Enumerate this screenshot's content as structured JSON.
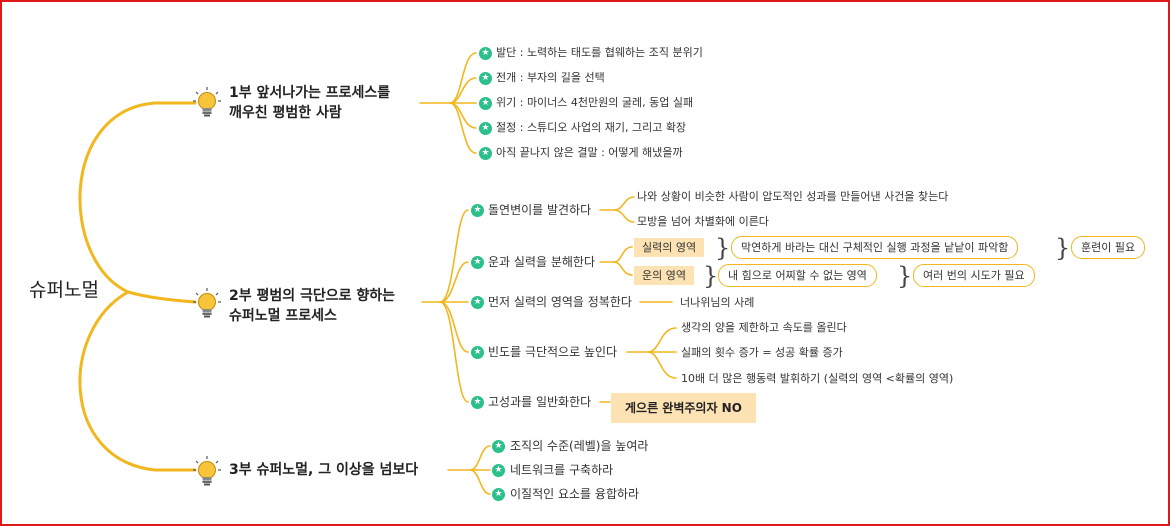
{
  "root": "슈퍼노멀",
  "colors": {
    "branch": "#f2b71e",
    "star": "#2bbf8a",
    "highlight": "#fde2b4",
    "frame": "#e01818"
  },
  "sections": [
    {
      "title_line1": "1부 앞서나가는 프로세스를",
      "title_line2": "깨우친 평범한 사람",
      "icon": "lightbulb-icon",
      "items": [
        "발단 : 노력하는 태도를 협웨하는 조직 분위기",
        "전개 : 부자의 길을 선택",
        "위기 : 마이너스 4천만원의 굴레, 동업 실패",
        "절정 : 스튜디오 사업의 재기, 그리고 확장",
        "아직 끝나지 않은 결말 : 어떻게 해냈을까"
      ]
    },
    {
      "title_line1": "2부 평범의 극단으로 향하는",
      "title_line2": "슈퍼노멀 프로세스",
      "icon": "lightbulb-icon",
      "items": [
        {
          "label": "돌연변이를 발견하다",
          "children": [
            "나와 상황이 비슷한 사람이 압도적인 성과를 만들어낸 사건을 찾는다",
            "모방을 넘어 차별화에 이른다"
          ]
        },
        {
          "label": "운과 실력을 분해한다",
          "skill_tag": "실력의 영역",
          "skill_desc": "막연하게 바라는 대신 구체적인 실행 과정을 낱낱이 파악함",
          "skill_result": "훈련이 필요",
          "luck_tag": "운의 영역",
          "luck_desc": "내 힘으로 어찌할 수 없는 영역",
          "luck_result": "여러 번의 시도가 필요"
        },
        {
          "label": "먼저 실력의 영역을 정복한다",
          "children": [
            "너나위님의 사례"
          ]
        },
        {
          "label": "빈도를 극단적으로 높인다",
          "children": [
            "생각의 양을 제한하고 속도를 올린다",
            "실패의 횟수 증가 = 성공 확률 증가",
            "10배 더 많은 행동력 발휘하기 (실력의 영역 <확률의 영역)"
          ]
        },
        {
          "label": "고성과를 일반화한다",
          "note": "게으른 완벽주의자 NO"
        }
      ]
    },
    {
      "title_line1": "3부 슈퍼노멀, 그 이상을 넘보다",
      "icon": "lightbulb-icon",
      "items": [
        "조직의 수준(레벨)을 높여라",
        "네트워크를 구축하라",
        "이질적인 요소를 융합하라"
      ]
    }
  ]
}
